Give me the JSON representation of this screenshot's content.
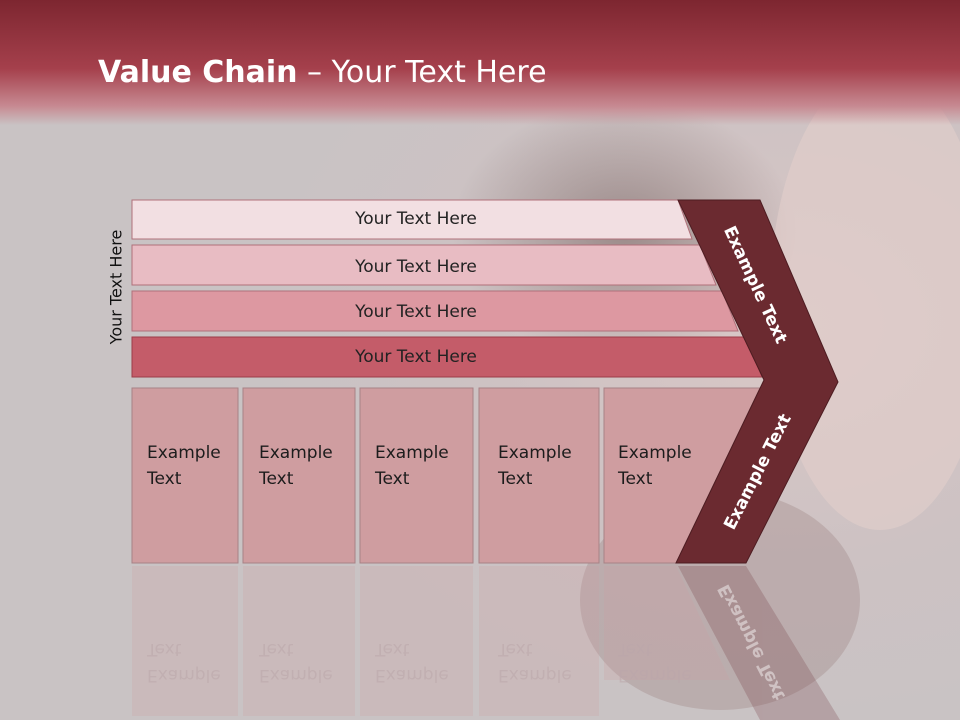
{
  "header": {
    "title_bold": "Value Chain",
    "title_rest": " – Your Text Here"
  },
  "side_label": "Your Text Here",
  "rows": [
    {
      "label": "Your Text Here",
      "color": "#f2dfe2"
    },
    {
      "label": "Your Text Here",
      "color": "#e8bcc3"
    },
    {
      "label": "Your Text Here",
      "color": "#dd98a1"
    },
    {
      "label": "Your Text Here",
      "color": "#c45c69"
    }
  ],
  "boxes": [
    {
      "line1": "Example",
      "line2": "Text"
    },
    {
      "line1": "Example",
      "line2": "Text"
    },
    {
      "line1": "Example",
      "line2": "Text"
    },
    {
      "line1": "Example",
      "line2": "Text"
    },
    {
      "line1": "Example",
      "line2": "Text"
    }
  ],
  "chevron": {
    "upper_label": "Example Text",
    "lower_label": "Example Text",
    "color": "#6b2a30"
  },
  "colors": {
    "header": "#9b3844",
    "box_fill": "#cf9da0",
    "background": "#c9c3c4"
  }
}
